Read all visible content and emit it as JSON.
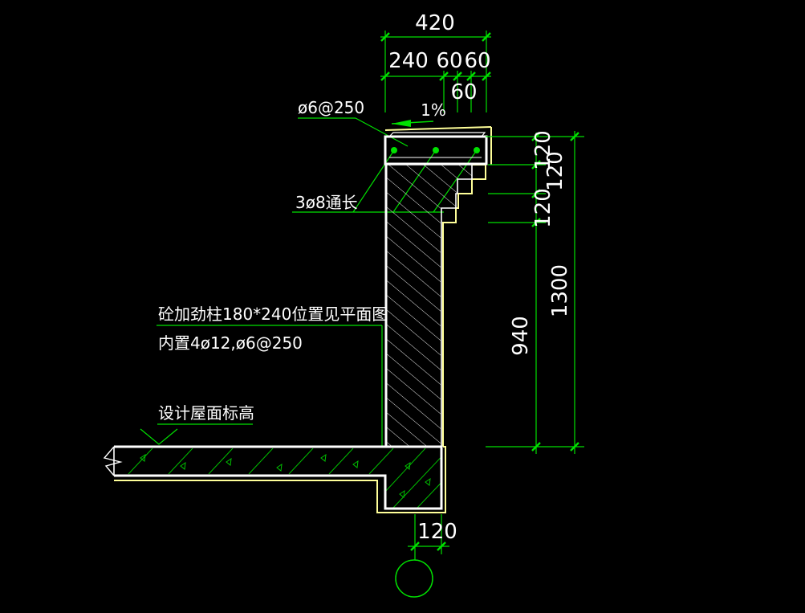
{
  "dimensions": {
    "overall_width": "420",
    "segment_240": "240",
    "segment_60a": "60",
    "segment_60b": "60",
    "segment_60c": "60",
    "slope": "1%",
    "coping_height": "120",
    "step1_height": "120",
    "step2_height": "120",
    "wall_height": "940",
    "total_height": "1300",
    "slab_bottom_width": "120"
  },
  "labels": {
    "rebar_stirrup": "ø6@250",
    "rebar_long": "3ø8通长",
    "column_line1": "砼加劲柱180*240位置见平面图",
    "column_line2": "内置4ø12,ø6@250",
    "roof_level": "设计屋面标高"
  },
  "colors": {
    "background": "#000000",
    "dimension": "#00e000",
    "outline": "#ffffff",
    "edge": "#ffff99",
    "hatch": "#ffffff"
  }
}
